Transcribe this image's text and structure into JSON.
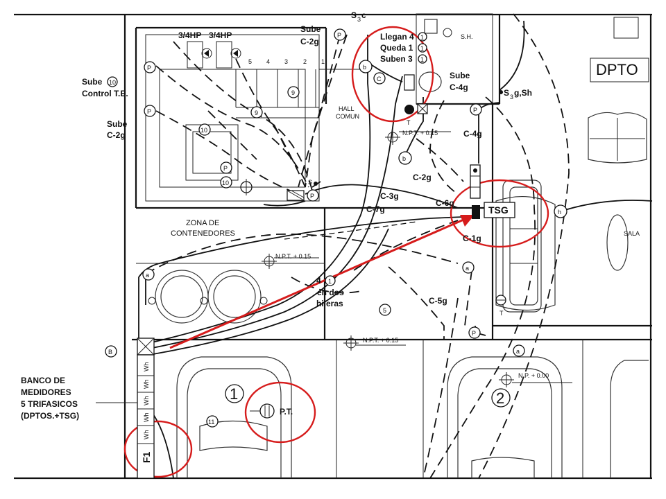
{
  "labels": {
    "dpto": "DPTO",
    "hp_left": "3/4HP",
    "hp_right": "3/4HP",
    "sube_c2g_top": "Sube",
    "c2g_top": "C-2g",
    "llegan": "Llegan 4",
    "queda": "Queda 1",
    "suben": "Suben 3",
    "sh": "S.H.",
    "sube_c4g": "Sube",
    "c4g_top": "C-4g",
    "s3g_sh": "S",
    "s3g_sub": "3",
    "s3g_suffix": "g,Sh",
    "s3c": "S",
    "s3c_sub": "3",
    "s3c_suffix": "c",
    "sube_control": "Sube",
    "control_te": "Control T.E.",
    "sube_left": "Sube",
    "c2g_left": "C-2g",
    "hall_1": "HALL",
    "hall_2": "COMUN",
    "npt_hall": "N.P.T. + 0.15",
    "c4g_mid": "C-4g",
    "c2g_mid": "C-2g",
    "c3g": "C-3g",
    "c6g": "C-6g",
    "c7g": "C-7g",
    "tsg": "TSG",
    "c1g": "C-1g",
    "zona_1": "ZONA DE",
    "zona_2": "CONTENEDORES",
    "npt_zona": "N.P.T. + 0.15",
    "en_dos_1": "en dos",
    "en_dos_2": "hileras",
    "c5g": "C-5g",
    "npt_parking": "N.P.T. + 0.15",
    "np_parking": "N.P. + 0.00",
    "sala": "SALA",
    "banco_1": "BANCO DE",
    "banco_2": "MEDIDORES",
    "banco_3": "5 TRIFASICOS",
    "banco_4": "(DPTOS.+TSG)",
    "pt": "P.T.",
    "f1": "F1",
    "wh": "Wh",
    "t_letter": "T",
    "b_letter": "B",
    "c_letter": "C"
  },
  "stair_numbers": [
    "5",
    "4",
    "3",
    "2",
    "1"
  ],
  "circuit_numbers": {
    "n10_top": "10",
    "n10_mid": "10",
    "n10_low": "10",
    "n9_a": "9",
    "n9_b": "9",
    "n4": "4",
    "n1_hileras": "1",
    "n1_llegan": "1",
    "n1_queda": "1",
    "n1_suben": "1",
    "n5": "5",
    "n11": "11",
    "parking_1": "1",
    "parking_2": "2"
  },
  "node_letters": {
    "p": "P",
    "a": "a",
    "b": "b",
    "h": "h"
  },
  "colors": {
    "highlight_red": "#d61c1c",
    "line": "#111111"
  }
}
